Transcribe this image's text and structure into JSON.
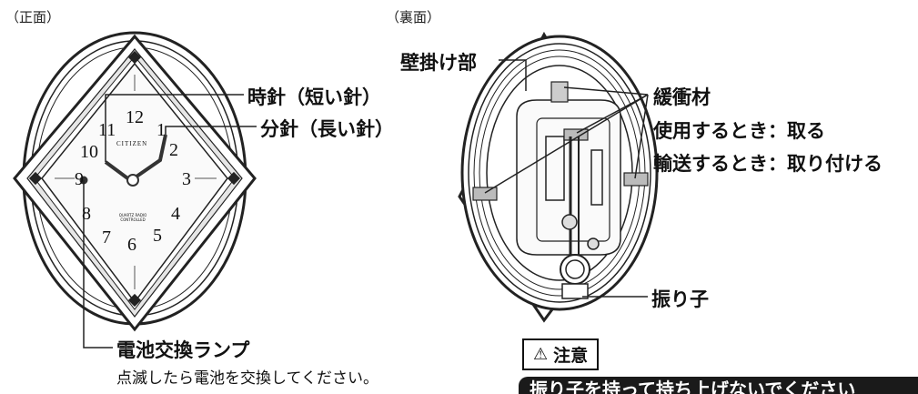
{
  "captions": {
    "front": "（正面）",
    "back": "（裏面）"
  },
  "front_labels": {
    "hour_hand": "時針（短い針）",
    "minute_hand": "分針（長い針）",
    "battery_lamp": "電池交換ランプ",
    "battery_note": "点滅したら電池を交換してください。"
  },
  "back_labels": {
    "hanger": "壁掛け部",
    "cushion": "緩衝材",
    "use": "使用するとき：取る",
    "transport": "輸送するとき：取り付ける",
    "pendulum": "振り子"
  },
  "caution": {
    "icon": "warning-triangle-icon",
    "label": "注意",
    "banner": "振り子を持って持ち上げないでください"
  },
  "dial": {
    "brand": "CITIZEN",
    "small_text": "QUARTZ RADIO CONTROLLED",
    "numerals": [
      "12",
      "1",
      "2",
      "3",
      "4",
      "5",
      "6",
      "7",
      "8",
      "9",
      "10",
      "11"
    ]
  }
}
